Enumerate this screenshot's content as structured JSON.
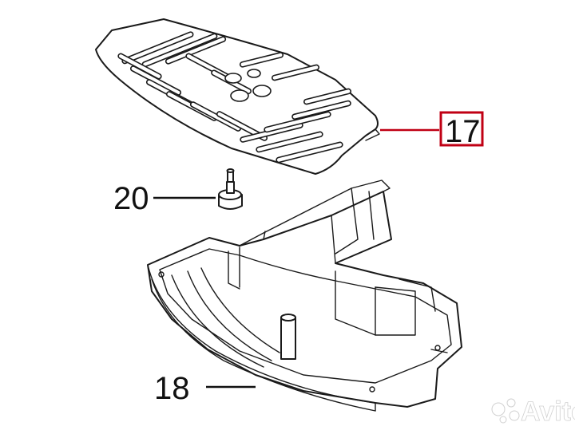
{
  "callouts": {
    "tray_grille": "17",
    "drip_tray": "18",
    "fitting": "20"
  },
  "colors": {
    "callout_highlight": "#c00014",
    "line": "#1a1a1a"
  },
  "watermark": {
    "icon": "avito-logo-icon",
    "text": "Avito"
  }
}
